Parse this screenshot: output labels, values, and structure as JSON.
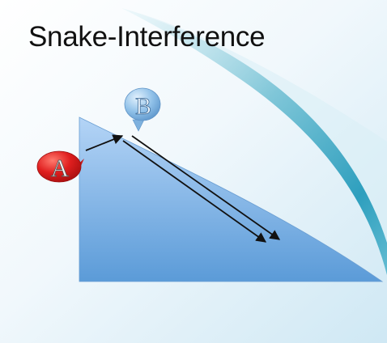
{
  "slide": {
    "title": "Snake-Interference",
    "colors": {
      "background_top": "#ffffff",
      "background_bottom": "#d5ebf6",
      "swoosh": "#3ba7c3",
      "triangle_top": "#a9cdf4",
      "triangle_bottom": "#5a9cd9",
      "bubble_a": "#e02424",
      "bubble_b": "#8bbde6",
      "arrow": "#111111"
    }
  },
  "diagram": {
    "nodes": [
      {
        "id": "A",
        "label": "A",
        "shape": "speech-bubble",
        "color": "red"
      },
      {
        "id": "B",
        "label": "B",
        "shape": "speech-bubble",
        "color": "light-blue"
      }
    ],
    "edges": [
      {
        "from": "A",
        "to": "B",
        "label": ""
      },
      {
        "from": "B",
        "to": "slope-bottom",
        "label": ""
      },
      {
        "from": "slope-top",
        "to": "slope-bottom",
        "label": ""
      }
    ]
  }
}
